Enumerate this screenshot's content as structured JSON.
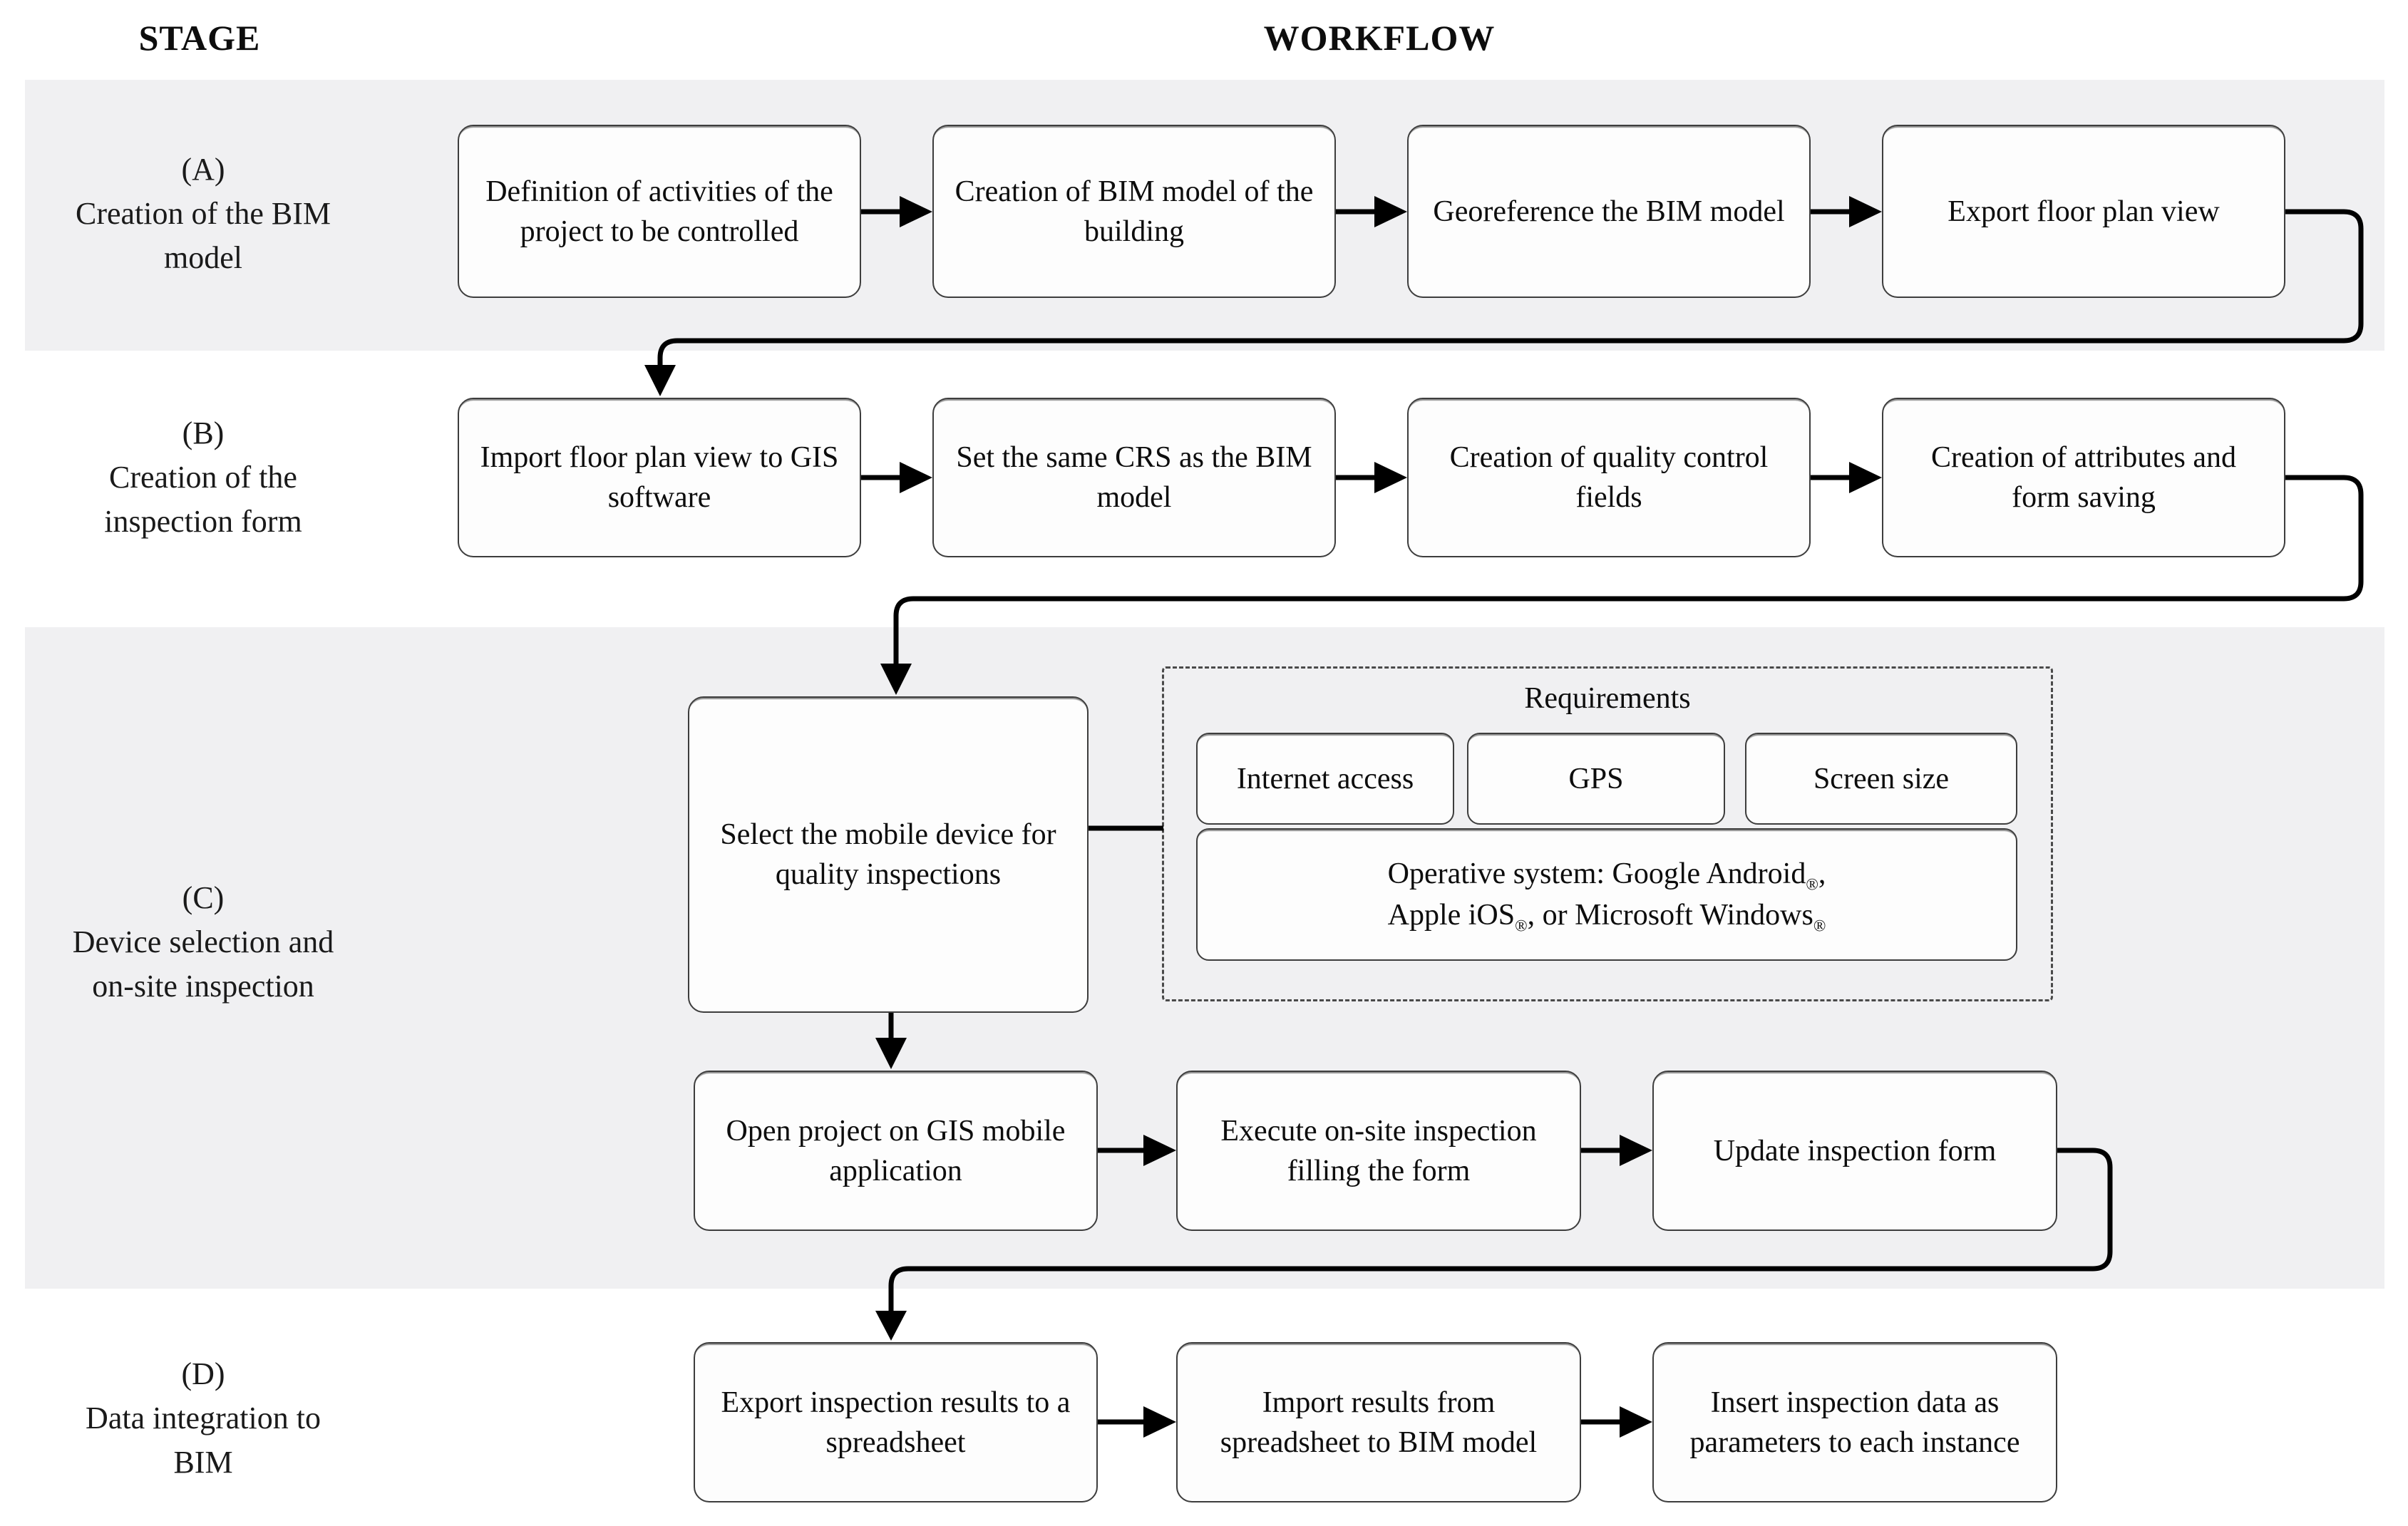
{
  "headers": {
    "stage": "STAGE",
    "workflow": "WORKFLOW"
  },
  "stage_a": {
    "label_lines": [
      "(A)",
      "Creation of the BIM",
      "model"
    ],
    "boxes": [
      {
        "label": "Definition of activities of the project to be controlled"
      },
      {
        "label": "Creation of BIM model of the building"
      },
      {
        "label": "Georeference the BIM model"
      },
      {
        "label": "Export floor plan view"
      }
    ]
  },
  "stage_b": {
    "label_lines": [
      "(B)",
      "Creation of the",
      "inspection form"
    ],
    "boxes": [
      {
        "label": "Import floor plan view to GIS software"
      },
      {
        "label": "Set the same CRS as the BIM model"
      },
      {
        "label": "Creation of quality control fields"
      },
      {
        "label": "Creation of attributes and form saving"
      }
    ]
  },
  "stage_c": {
    "label_lines": [
      "(C)",
      "Device selection and",
      "on-site inspection"
    ],
    "select_device_box": "Select the mobile device for quality inspections",
    "requirements": {
      "title": "Requirements",
      "items": [
        {
          "label": "Internet access"
        },
        {
          "label": "GPS"
        },
        {
          "label": "Screen size"
        }
      ],
      "os": {
        "l1_text": "Operative system: Google Android",
        "l1_reg": "®",
        "l1_comma": ",",
        "l2_text": "Apple iOS",
        "l2_reg": "®",
        "l2_mid": ", or Microsoft Windows",
        "l2_reg2": "®"
      }
    },
    "row2_boxes": [
      {
        "label": "Open project on GIS mobile application"
      },
      {
        "label": "Execute on-site inspection filling the form"
      },
      {
        "label": "Update inspection form"
      }
    ]
  },
  "stage_d": {
    "label_lines": [
      "(D)",
      "Data integration to",
      "BIM"
    ],
    "boxes": [
      {
        "label": "Export inspection results to a spreadsheet"
      },
      {
        "label": "Import results from spreadsheet to BIM model"
      },
      {
        "label": "Insert inspection data as parameters to each instance"
      }
    ]
  },
  "colors": {
    "band_background": "#f0f0f2",
    "box_border": "#3d3d3d",
    "box_fill": "#fdfdfd",
    "connector": "#000000"
  }
}
